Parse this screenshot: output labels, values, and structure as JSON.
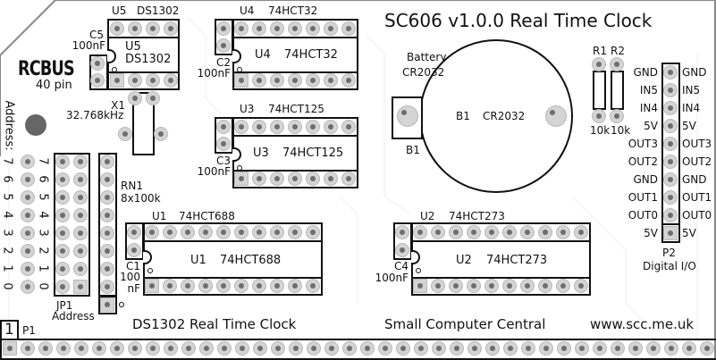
{
  "title": "SC606 v1.0.0 Real Time Clock",
  "logo": {
    "name": "RCBUS",
    "sub": "40 pin"
  },
  "address_label": "Address:",
  "address_digits": [
    "7",
    "6",
    "5",
    "4",
    "3",
    "2",
    "1",
    "0"
  ],
  "u5": {
    "ref": "U5",
    "part": "DS1302"
  },
  "c5": {
    "ref": "C5",
    "value": "100nF"
  },
  "x1": {
    "ref": "X1",
    "value": "32.768kHz"
  },
  "u4": {
    "ref": "U4",
    "part": "74HCT32"
  },
  "c2": {
    "ref": "C2",
    "value": "100nF"
  },
  "u3": {
    "ref": "U3",
    "part": "74HCT125"
  },
  "c3": {
    "ref": "C3",
    "value": "100nF"
  },
  "battery": {
    "label": "Battery",
    "type": "CR2032",
    "ref": "B1",
    "inner_ref": "B1",
    "inner_type": "CR2032"
  },
  "r1": {
    "ref": "R1",
    "value": "10k"
  },
  "r2": {
    "ref": "R2",
    "value": "10k"
  },
  "p2": {
    "ref": "P2",
    "desc": "Digital I/O",
    "pins": [
      "GND",
      "IN5",
      "IN4",
      "5V",
      "OUT3",
      "OUT2",
      "GND",
      "OUT1",
      "OUT0",
      "5V"
    ]
  },
  "rn1": {
    "ref": "RN1",
    "value": "8x100k"
  },
  "jp1": {
    "ref": "JP1",
    "desc": "Address"
  },
  "u1": {
    "ref": "U1",
    "part": "74HCT688"
  },
  "c1": {
    "ref": "C1",
    "value1": "100",
    "value2": "nF"
  },
  "u2": {
    "ref": "U2",
    "part": "74HCT273"
  },
  "c4": {
    "ref": "C4",
    "value": "100nF"
  },
  "p1": {
    "ref": "P1",
    "pin1": "1"
  },
  "footer": {
    "left": "DS1302 Real Time Clock",
    "center": "Small Computer Central",
    "right": "www.scc.me.uk"
  }
}
